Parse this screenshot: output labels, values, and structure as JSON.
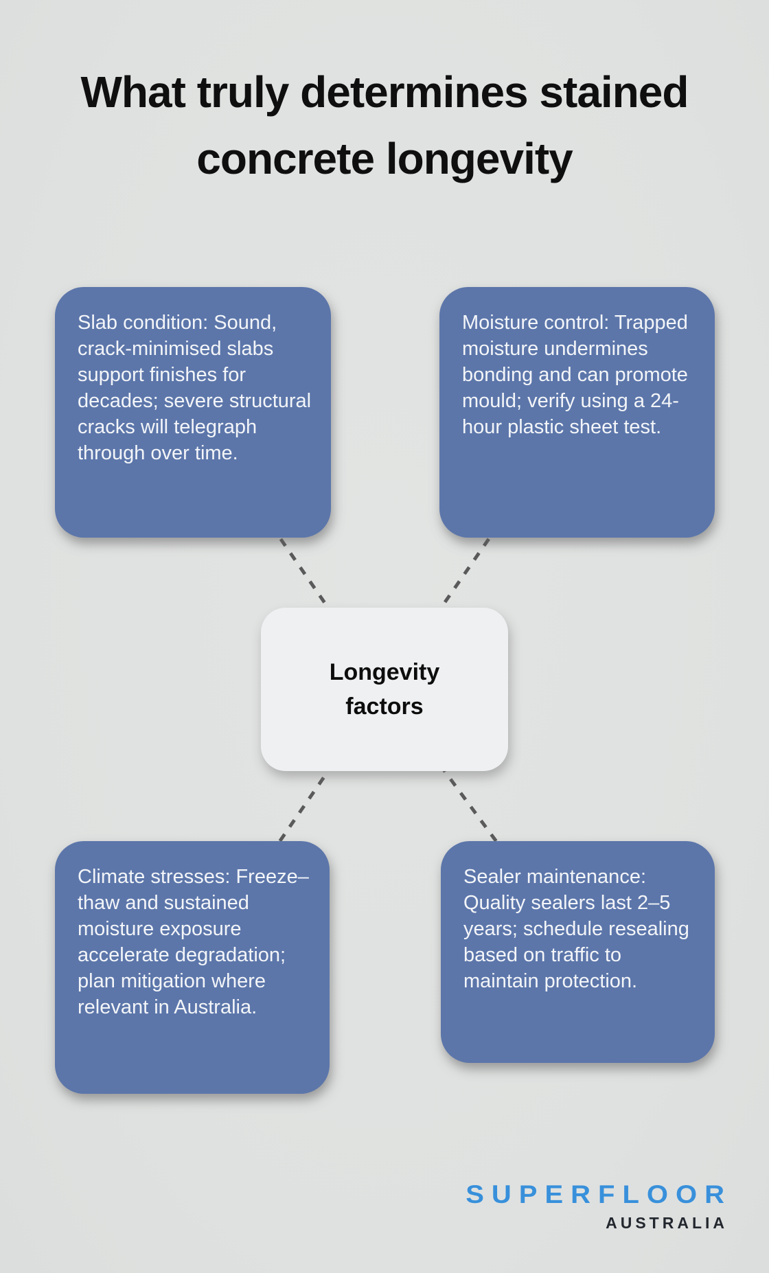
{
  "title": "What truly determines stained\nconcrete longevity",
  "center": {
    "label": "Longevity\nfactors"
  },
  "factors": [
    {
      "id": "slab-condition",
      "text": "Slab condition: Sound, crack-minimised slabs support finishes for decades; severe structural cracks will telegraph through over time."
    },
    {
      "id": "moisture-control",
      "text": "Moisture control: Trapped moisture undermines bonding and can promote mould; verify using a 24-hour plastic sheet test."
    },
    {
      "id": "climate-stresses",
      "text": "Climate stresses: Freeze–thaw and sustained moisture exposure accelerate degradation; plan mitigation where relevant in Australia."
    },
    {
      "id": "sealer-maintenance",
      "text": "Sealer maintenance: Quality sealers last 2–5 years; schedule resealing based on traffic to maintain protection."
    }
  ],
  "logo": {
    "brand": "SUPERFLOOR",
    "region": "AUSTRALIA"
  },
  "colors": {
    "background": "#dfe1e0",
    "factor_card": "#5c76aa",
    "factor_card_text": "#f3f5f8",
    "center_node_bg": "#eef0f2",
    "center_node_text": "#0d0d0d",
    "connector": "#5a5a5a",
    "title_text": "#0f0f0f",
    "brand_blue": "#3890db",
    "region_dark": "#23272e"
  }
}
